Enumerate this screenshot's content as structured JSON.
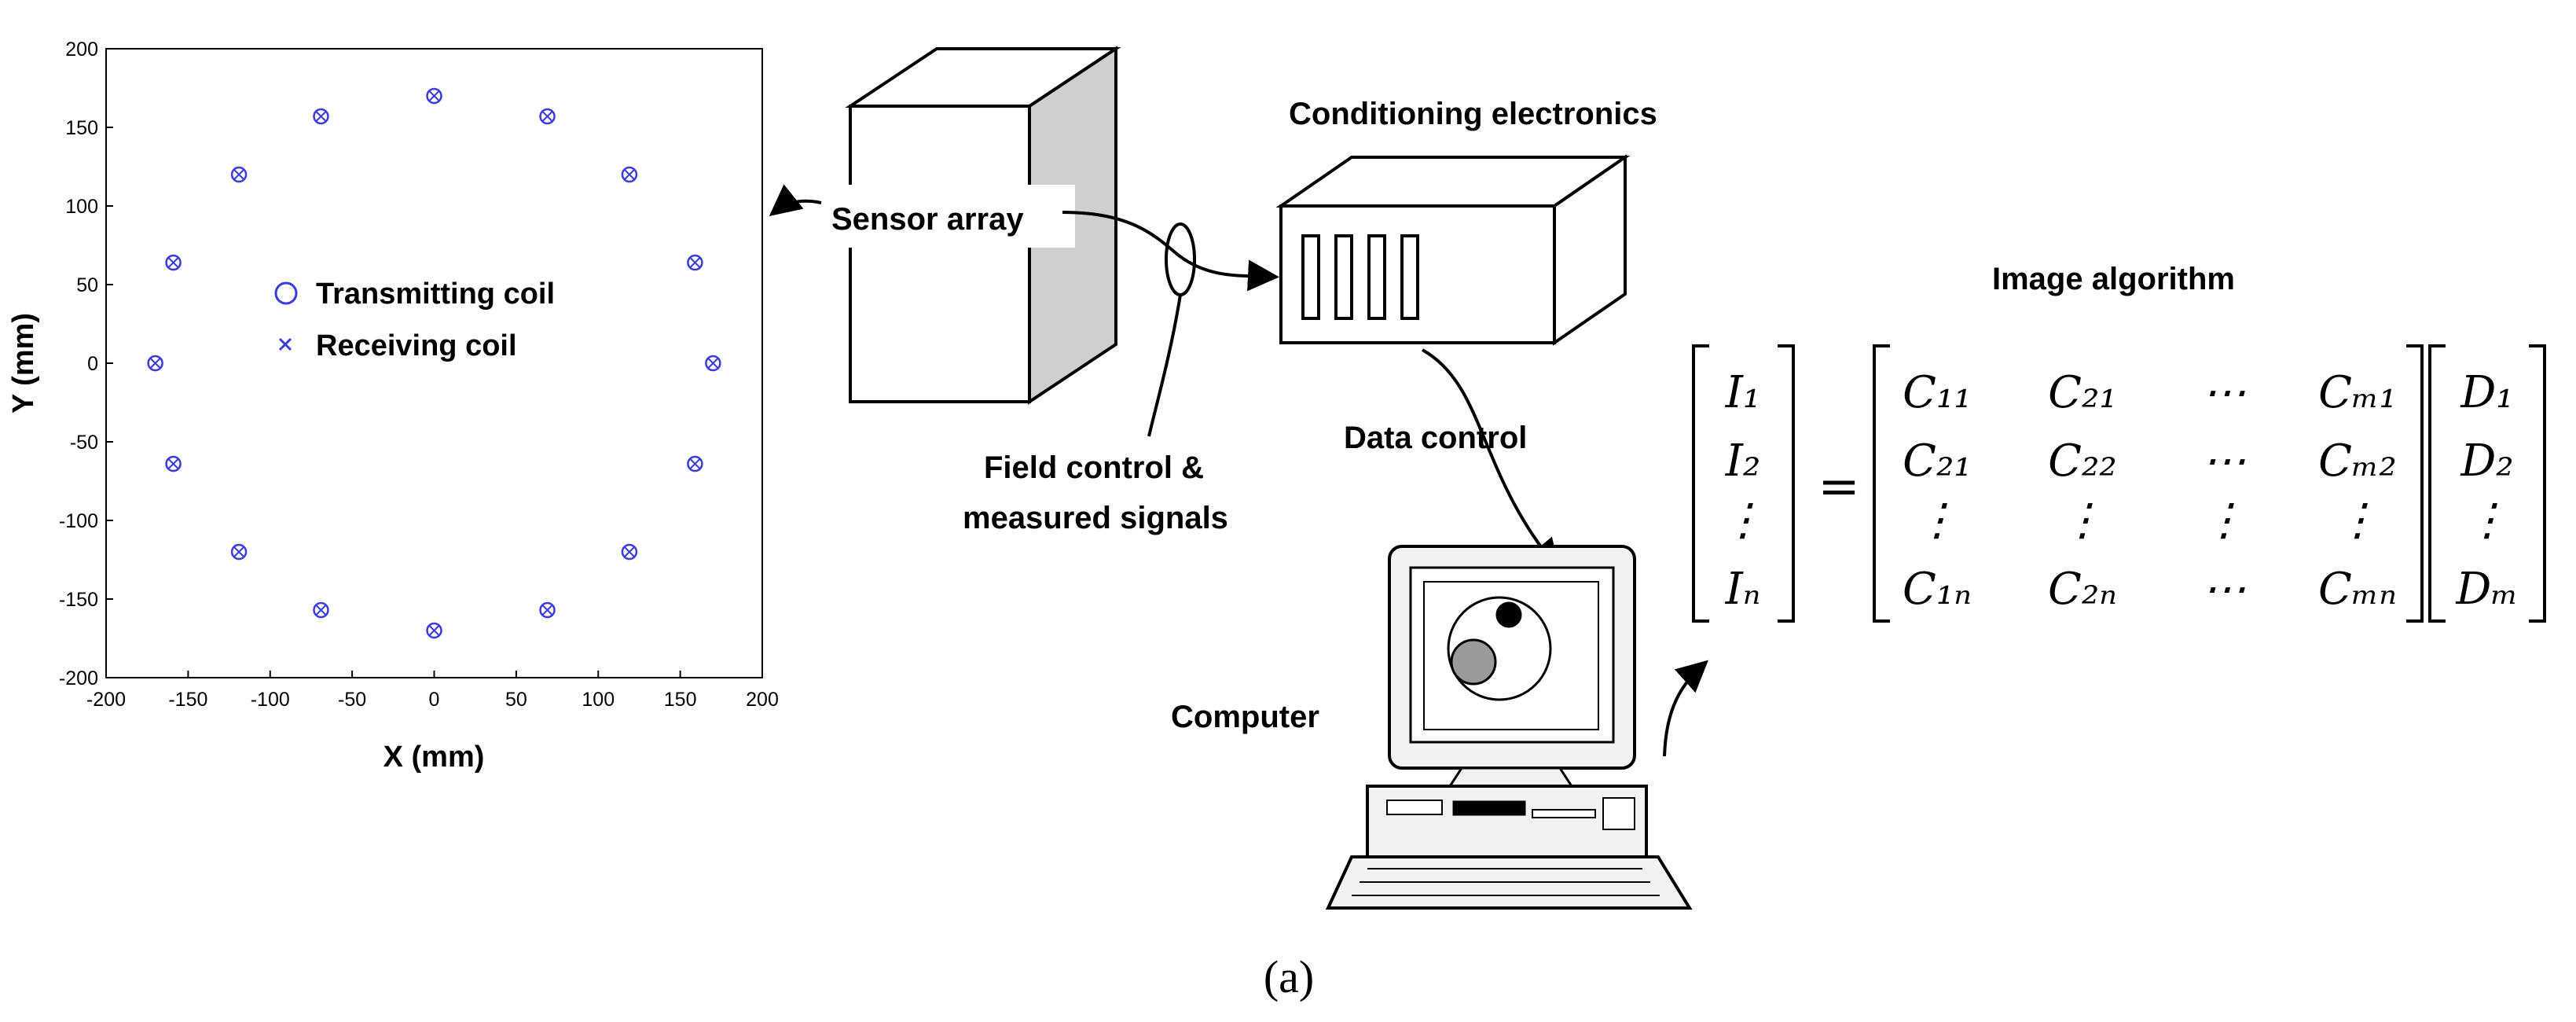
{
  "scatter_plot": {
    "type": "scatter",
    "xlabel": "X (mm)",
    "ylabel": "Y (mm)",
    "xlim": [
      -200,
      200
    ],
    "ylim": [
      -200,
      200
    ],
    "x_ticks": [
      -200,
      -150,
      -100,
      -50,
      0,
      50,
      100,
      150,
      200
    ],
    "y_ticks": [
      200,
      150,
      100,
      50,
      0,
      -50,
      -100,
      -150,
      -200
    ],
    "legend": [
      {
        "marker": "circle",
        "label": "Transmitting coil"
      },
      {
        "marker": "cross",
        "label": "Receiving coil"
      }
    ],
    "marker_color": "#3b3bdc",
    "points": [
      {
        "x": 0,
        "y": 170
      },
      {
        "x": 69,
        "y": 157
      },
      {
        "x": 119,
        "y": 120
      },
      {
        "x": 159,
        "y": 64
      },
      {
        "x": 170,
        "y": 0
      },
      {
        "x": 159,
        "y": -64
      },
      {
        "x": 119,
        "y": -120
      },
      {
        "x": 69,
        "y": -157
      },
      {
        "x": 0,
        "y": -170
      },
      {
        "x": -69,
        "y": -157
      },
      {
        "x": -119,
        "y": -120
      },
      {
        "x": -159,
        "y": -64
      },
      {
        "x": -170,
        "y": 0
      },
      {
        "x": -159,
        "y": 64
      },
      {
        "x": -119,
        "y": 120
      },
      {
        "x": -69,
        "y": 157
      }
    ]
  },
  "labels": {
    "sensor_array": "Sensor array",
    "conditioning_electronics": "Conditioning electronics",
    "field_control_line1": "Field control &",
    "field_control_line2": "measured signals",
    "data_control": "Data control",
    "computer": "Computer",
    "image_algorithm": "Image algorithm",
    "caption": "(a)"
  },
  "equation": {
    "lhs": [
      "I₁",
      "I₂",
      "⋮",
      "Iₙ"
    ],
    "equals": "=",
    "matrix_rows": [
      [
        "C₁₁",
        "C₂₁",
        "⋯",
        "Cₘ₁"
      ],
      [
        "C₂₁",
        "C₂₂",
        "⋯",
        "Cₘ₂"
      ],
      [
        "⋮",
        "⋮",
        "⋮",
        "⋮"
      ],
      [
        "C₁ₙ",
        "C₂ₙ",
        "⋯",
        "Cₘₙ"
      ]
    ],
    "rhs": [
      "D₁",
      "D₂",
      "⋮",
      "Dₘ"
    ]
  }
}
